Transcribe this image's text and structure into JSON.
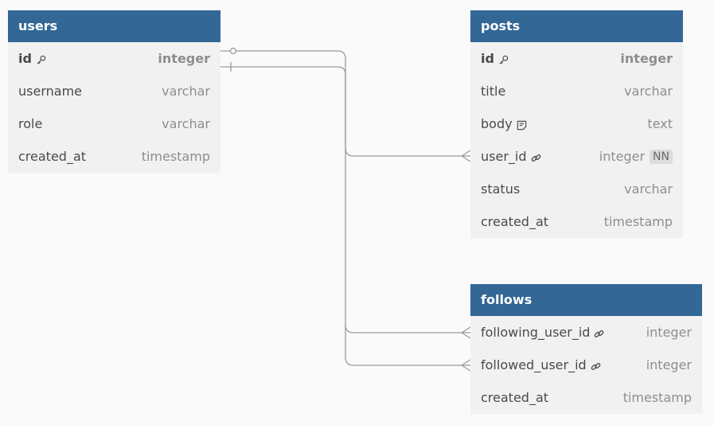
{
  "tables": {
    "users": {
      "name": "users",
      "fields": [
        {
          "name": "id",
          "type": "integer",
          "pk": true
        },
        {
          "name": "username",
          "type": "varchar"
        },
        {
          "name": "role",
          "type": "varchar"
        },
        {
          "name": "created_at",
          "type": "timestamp"
        }
      ]
    },
    "posts": {
      "name": "posts",
      "fields": [
        {
          "name": "id",
          "type": "integer",
          "pk": true
        },
        {
          "name": "title",
          "type": "varchar"
        },
        {
          "name": "body",
          "type": "text",
          "note": true
        },
        {
          "name": "user_id",
          "type": "integer",
          "fk": true,
          "badge": "NN"
        },
        {
          "name": "status",
          "type": "varchar"
        },
        {
          "name": "created_at",
          "type": "timestamp"
        }
      ]
    },
    "follows": {
      "name": "follows",
      "fields": [
        {
          "name": "following_user_id",
          "type": "integer",
          "fk": true
        },
        {
          "name": "followed_user_id",
          "type": "integer",
          "fk": true
        },
        {
          "name": "created_at",
          "type": "timestamp"
        }
      ]
    }
  },
  "colors": {
    "header": "#326796",
    "body": "#f1f1f1",
    "connector": "#9a9a9a"
  }
}
